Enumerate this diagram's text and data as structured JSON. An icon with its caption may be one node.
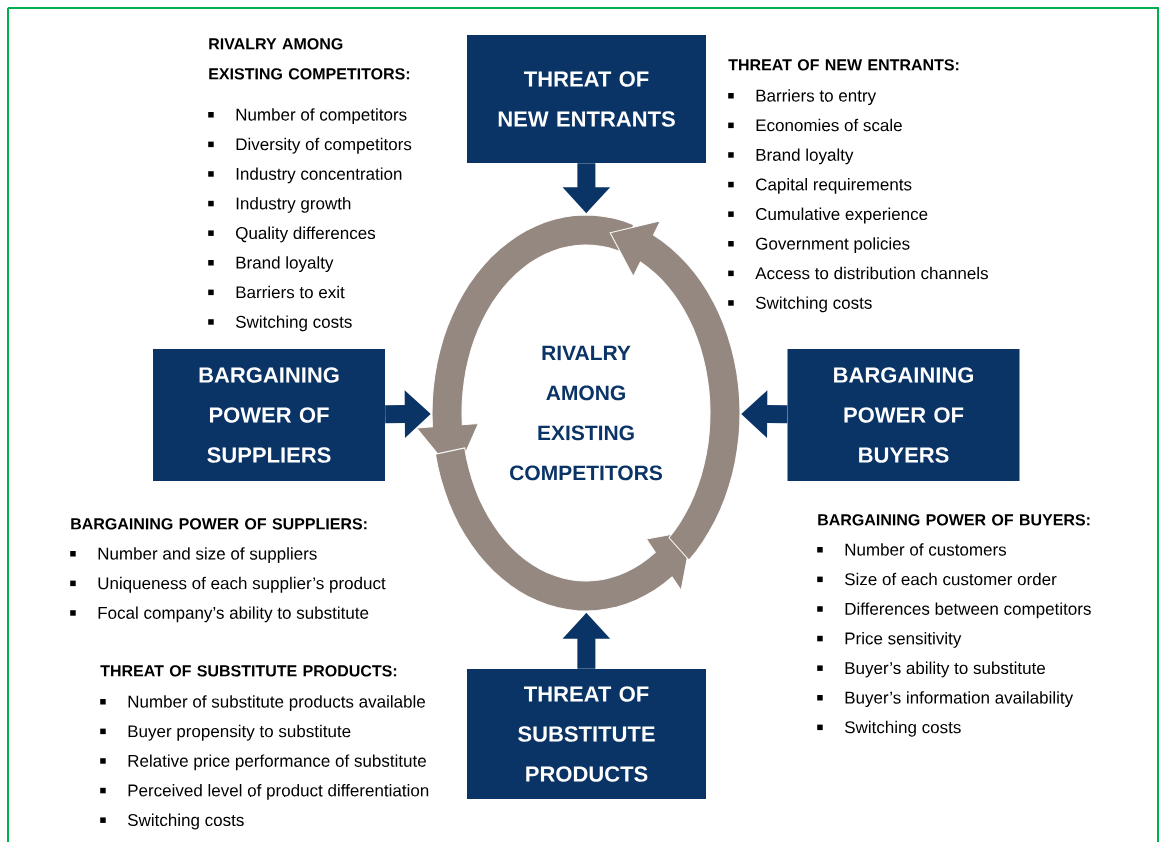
{
  "diagram": {
    "nodes": [
      {
        "text": [
          "THREAT OF NEW ENTRANTS"
        ]
      },
      {
        "text": [
          "BARGAINING POWER OF SUPPLIERS"
        ]
      },
      {
        "text": [
          "RIVALRY AMONG EXISTING COMPETITORS"
        ]
      },
      {
        "text": [
          "BARGAINING POWER OF BUYERS"
        ]
      },
      {
        "text": [
          "THREAT OF SUBSTITUTE PRODUCTS"
        ]
      }
    ],
    "edges": [
      {
        "from": 0,
        "to": 2,
        "arrow": "to"
      },
      {
        "from": 1,
        "to": 2,
        "arrow": "to"
      },
      {
        "from": 3,
        "to": 2,
        "arrow": "to"
      },
      {
        "from": 4,
        "to": 2,
        "arrow": "to"
      }
    ],
    "labels": [
      "RIVALRY AMONG EXISTING COMPETITORS:",
      "Number of competitors",
      "Diversity of competitors",
      "Industry concentration",
      "Industry growth",
      "Quality differences",
      "Brand loyalty",
      "Barriers to exit",
      "Switching costs",
      "THREAT OF NEW ENTRANTS:",
      "Barriers to entry",
      "Economies of scale",
      "Brand loyalty",
      "Capital requirements",
      "Cumulative experience",
      "Government policies",
      "Access to distribution channels",
      "Switching costs",
      "BARGAINING POWER OF SUPPLIERS:",
      "Number  and size of suppliers",
      "Uniqueness of each supplier’s product",
      "Focal company’s ability to substitute",
      "BARGAINING POWER OF BUYERS:",
      "Number of customers",
      "Size of each customer order",
      "Differences between competitors",
      "Price sensitivity",
      "Buyer’s ability to substitute",
      "Buyer’s information availability",
      "Switching costs",
      "THREAT OF SUBSTITUTE PRODUCTS:",
      "Number of substitute products available",
      "Buyer propensity to substitute",
      "Relative price performance of substitute",
      "Perceived level of product differentiation",
      "Switching costs"
    ]
  }
}
